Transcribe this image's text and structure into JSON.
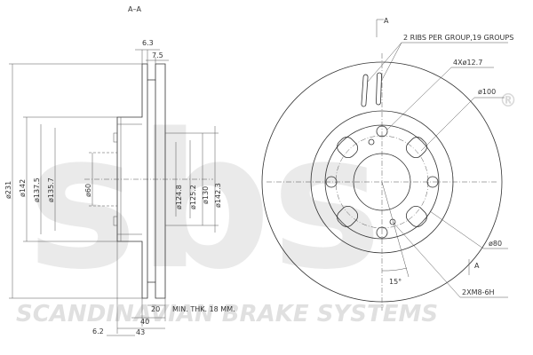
{
  "section_label": "A–A",
  "watermark": {
    "logo": "sbs",
    "registered": "®",
    "tagline": "SCANDINAVIAN BRAKE SYSTEMS"
  },
  "dimensions": {
    "top_63": "6.3",
    "top_75": "7.5",
    "d231": "ø231",
    "d142": "ø142",
    "d1375": "ø137.5",
    "d1357": "ø135.7",
    "d60": "ø60",
    "d1248": "ø124.8",
    "d1252": "ø125.2",
    "d130": "ø130",
    "d1423": "ø142.3",
    "b20": "20",
    "b40": "40",
    "b43": "43",
    "b62": "6.2",
    "min_thk": "MIN. THK. 18 MM."
  },
  "front_view": {
    "section_mark": "A",
    "ribs": "2 RIBS PER GROUP,19 GROUPS",
    "holes": "4Xø12.7",
    "pcd": "ø100",
    "d80": "ø80",
    "angle": "15°",
    "threads": "2XM8-6H"
  }
}
